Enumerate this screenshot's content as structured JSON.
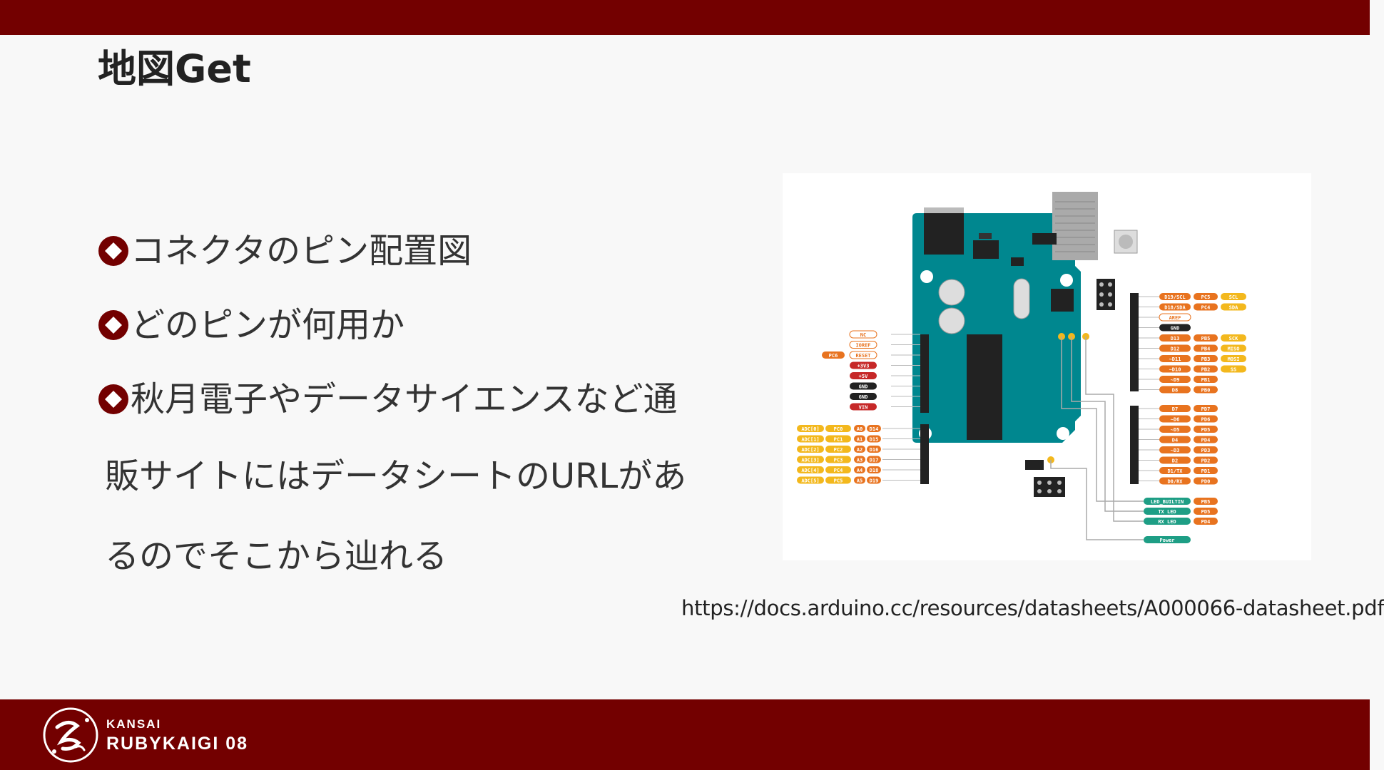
{
  "slide": {
    "title": "地図Get",
    "bullets": [
      {
        "text": "コネクタのピン配置図"
      },
      {
        "text": "どのピンが何用か"
      },
      {
        "text": "秋月電子やデータサイエンスなど通",
        "lines": [
          "販サイトにはデータシートのURLがあ",
          "るのでそこから辿れる"
        ]
      }
    ],
    "source_url": "https://docs.arduino.cc/resources/datasheets/A000066-datasheet.pdf"
  },
  "footer": {
    "brand_sub": "KANSAI",
    "brand_main": "RUBYKAIGI 08"
  },
  "colors": {
    "bar": "#730000",
    "background": "#f8f8f8",
    "board": "#00878F",
    "pin_orange": "#E8731F",
    "pin_yellow": "#F3B81D",
    "pin_red": "#C62828",
    "pin_black": "#222222",
    "pin_teal": "#1E9E85"
  },
  "pinout": {
    "left_power": [
      {
        "label": "NC",
        "style": "outline"
      },
      {
        "label": "IOREF",
        "style": "outline"
      },
      {
        "label": "RESET",
        "style": "outline",
        "port": "PC6"
      },
      {
        "label": "+3V3",
        "style": "red"
      },
      {
        "label": "+5V",
        "style": "red"
      },
      {
        "label": "GND",
        "style": "black"
      },
      {
        "label": "GND",
        "style": "black"
      },
      {
        "label": "VIN",
        "style": "red"
      }
    ],
    "left_analog": [
      {
        "adc": "ADC[0]",
        "port": "PC0",
        "a": "A0",
        "d": "D14"
      },
      {
        "adc": "ADC[1]",
        "port": "PC1",
        "a": "A1",
        "d": "D15"
      },
      {
        "adc": "ADC[2]",
        "port": "PC2",
        "a": "A2",
        "d": "D16"
      },
      {
        "adc": "ADC[3]",
        "port": "PC3",
        "a": "A3",
        "d": "D17"
      },
      {
        "adc": "ADC[4]",
        "port": "PC4",
        "a": "A4",
        "d": "D18"
      },
      {
        "adc": "ADC[5]",
        "port": "PC5",
        "a": "A5",
        "d": "D19"
      }
    ],
    "right_top": [
      {
        "pin": "D19/SCL",
        "port": "PC5",
        "fn": "SCL"
      },
      {
        "pin": "D18/SDA",
        "port": "PC4",
        "fn": "SDA"
      },
      {
        "pin": "AREF",
        "style": "outline"
      },
      {
        "pin": "GND",
        "style": "black"
      },
      {
        "pin": "D13",
        "port": "PB5",
        "fn": "SCK"
      },
      {
        "pin": "D12",
        "port": "PB4",
        "fn": "MISO"
      },
      {
        "pin": "~D11",
        "port": "PB3",
        "fn": "MOSI"
      },
      {
        "pin": "~D10",
        "port": "PB2",
        "fn": "SS"
      },
      {
        "pin": "~D9",
        "port": "PB1"
      },
      {
        "pin": "D8",
        "port": "PB0"
      }
    ],
    "right_bottom": [
      {
        "pin": "D7",
        "port": "PD7"
      },
      {
        "pin": "~D6",
        "port": "PD6"
      },
      {
        "pin": "~D5",
        "port": "PD5"
      },
      {
        "pin": "D4",
        "port": "PD4"
      },
      {
        "pin": "~D3",
        "port": "PD3"
      },
      {
        "pin": "D2",
        "port": "PD2"
      },
      {
        "pin": "D1/TX",
        "port": "PD1"
      },
      {
        "pin": "D0/RX",
        "port": "PD0"
      }
    ],
    "leds": [
      {
        "label": "LED_BUILTIN",
        "port": "PB5"
      },
      {
        "label": "TX LED",
        "port": "PD5"
      },
      {
        "label": "RX LED",
        "port": "PD4"
      }
    ],
    "power_led": "Power"
  }
}
